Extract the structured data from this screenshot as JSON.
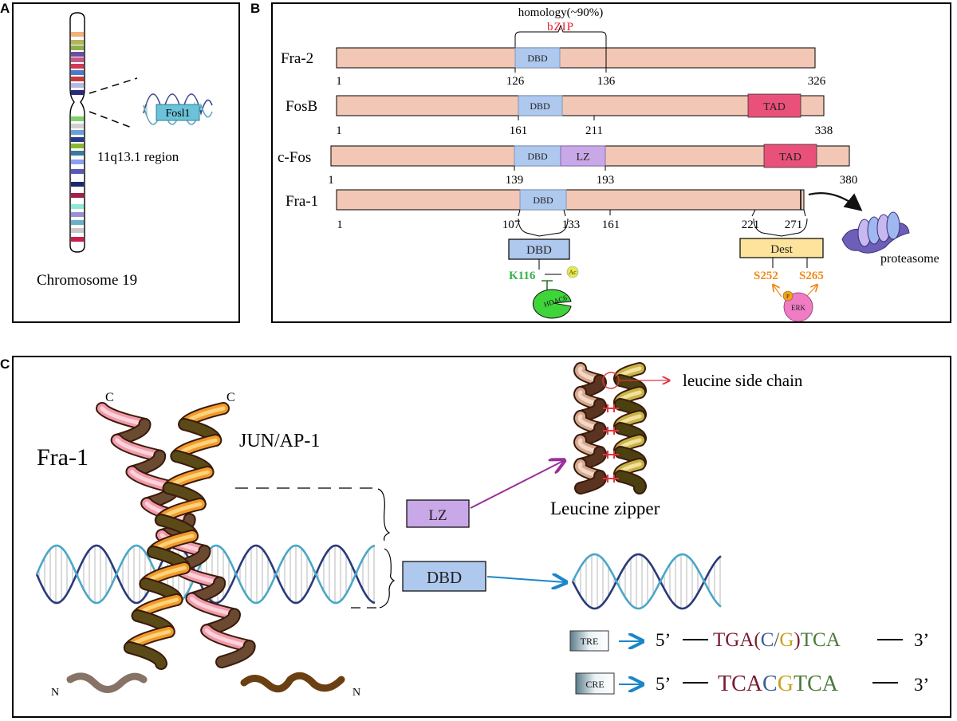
{
  "panels": {
    "a": {
      "label": "A"
    },
    "b": {
      "label": "B"
    },
    "c": {
      "label": "C"
    }
  },
  "panel_a": {
    "gene": "Fosl1",
    "region": "11q13.1 region",
    "chromosome": "Chromosome 19"
  },
  "panel_b": {
    "homology": "homology(~90%)",
    "bzip": "bZIP",
    "proteins": [
      {
        "name": "Fra-2",
        "start": "1",
        "ticks": [
          "126",
          "136"
        ],
        "end": "326",
        "domains": [
          "DBD"
        ]
      },
      {
        "name": "FosB",
        "start": "1",
        "ticks": [
          "161",
          "211"
        ],
        "end": "338",
        "domains": [
          "DBD",
          "TAD"
        ]
      },
      {
        "name": "c-Fos",
        "start": "1",
        "ticks": [
          "139",
          "193"
        ],
        "end": "380",
        "domains": [
          "DBD",
          "LZ",
          "TAD"
        ]
      },
      {
        "name": "Fra-1",
        "start": "1",
        "ticks": [
          "107",
          "133",
          "161",
          "221",
          "271"
        ],
        "end": "",
        "domains": [
          "DBD"
        ]
      }
    ],
    "dbd_box": "DBD",
    "dest_box": "Dest",
    "k116": "K116",
    "ac": "Ac",
    "hdac6": "HDAC6",
    "s252": "S252",
    "s265": "S265",
    "p": "P",
    "erk": "ERK",
    "proteasome": "proteasome"
  },
  "panel_c": {
    "c_left": "C",
    "c_right": "C",
    "fra1": "Fra-1",
    "jun": "JUN/AP-1",
    "n_left": "N",
    "n_right": "N",
    "lz": "LZ",
    "dbd": "DBD",
    "leucine_side_chain": "leucine side chain",
    "leucine_zipper": "Leucine zipper",
    "tre": "TRE",
    "cre": "CRE",
    "five": "5’",
    "three": "3’",
    "tre_seq": [
      "TGA",
      "(",
      "C",
      "/",
      "G",
      ")",
      "TCA"
    ],
    "cre_seq": [
      "T",
      "C",
      "A",
      "C",
      "G",
      "T",
      "C",
      "A"
    ]
  },
  "colors": {
    "bar_fill": "#f3c7b5",
    "dbd_fill": "#aec8ee",
    "lz_fill": "#c9a8e8",
    "tad_fill": "#e9507a",
    "dest_fill": "#fde39b",
    "bzip_red": "#e8202a",
    "k116_green": "#34b24a",
    "serine_orange": "#f28a1c",
    "hdac_green": "#3ed43a",
    "erk_pink": "#f07cc4",
    "purple_arrow": "#9b2f9a",
    "blue_arrow": "#1b86c8"
  }
}
